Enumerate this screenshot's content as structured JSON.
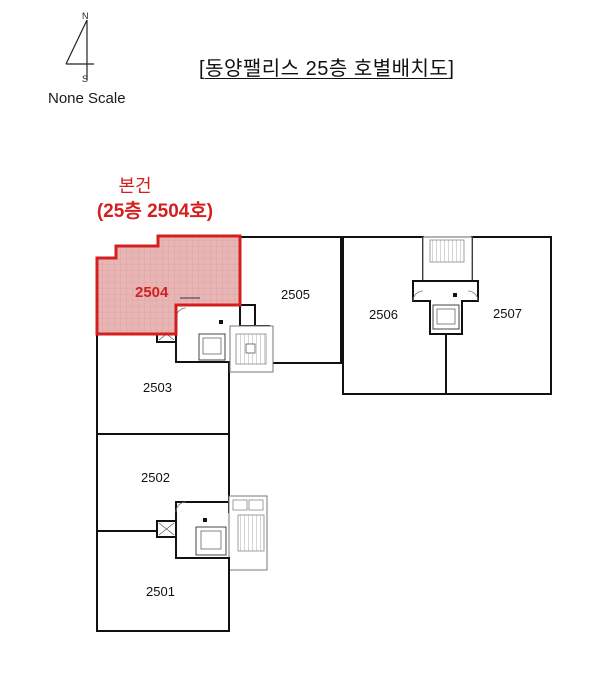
{
  "legend": {
    "north": "N",
    "south": "S",
    "scale": "None Scale"
  },
  "title": {
    "open_bracket": "[",
    "text": "동양팰리스 25층 호별배치도",
    "close_bracket": "]"
  },
  "subject": {
    "label": "본건",
    "detail": "(25층 2504호)",
    "highlight_color": "#d41f1f"
  },
  "units": [
    {
      "id": "2501",
      "label": "2501",
      "highlighted": false
    },
    {
      "id": "2502",
      "label": "2502",
      "highlighted": false
    },
    {
      "id": "2503",
      "label": "2503",
      "highlighted": false
    },
    {
      "id": "2504",
      "label": "2504",
      "highlighted": true
    },
    {
      "id": "2505",
      "label": "2505",
      "highlighted": false
    },
    {
      "id": "2506",
      "label": "2506",
      "highlighted": false
    },
    {
      "id": "2507",
      "label": "2507",
      "highlighted": false
    }
  ]
}
